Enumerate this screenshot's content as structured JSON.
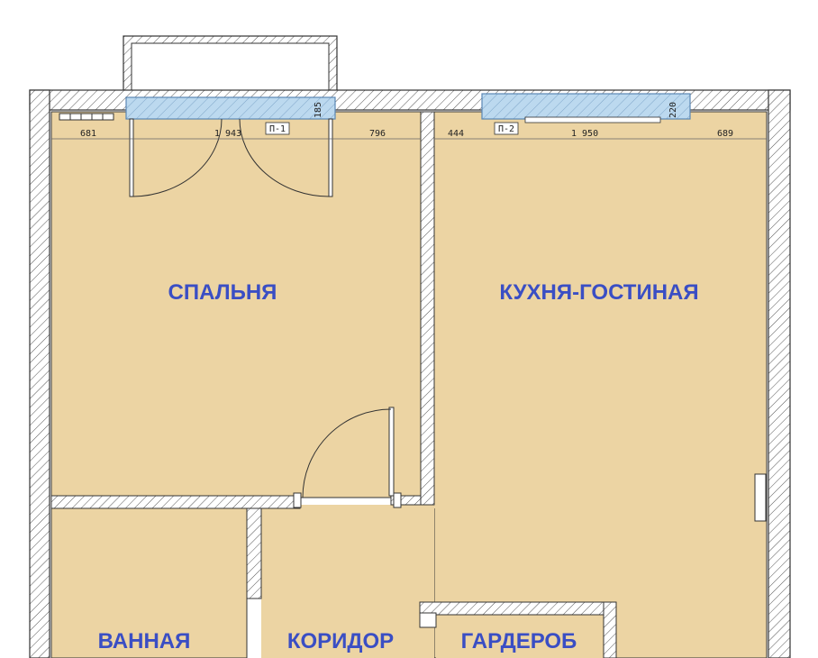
{
  "colors": {
    "floor": "#ecd4a3",
    "wall_fill": "#ffffff",
    "wall_line": "#333333",
    "window_fill": "#bcd9ef",
    "window_line": "#5a87b4",
    "label": "#3a4ec4"
  },
  "rooms": {
    "bedroom": "СПАЛЬНЯ",
    "kitchen_living": "КУХНЯ-ГОСТИНАЯ",
    "bathroom": "ВАННАЯ",
    "corridor": "КОРИДОР",
    "wardrobe": "ГАРДЕРОБ"
  },
  "dimensions": {
    "left_a": "681",
    "left_b": "1 943",
    "left_c": "796",
    "right_a": "444",
    "right_b": "1 950",
    "right_c": "689",
    "window1_depth": "185",
    "window2_depth": "220"
  },
  "tags": {
    "window1": "П-1",
    "window2": "П-2"
  }
}
